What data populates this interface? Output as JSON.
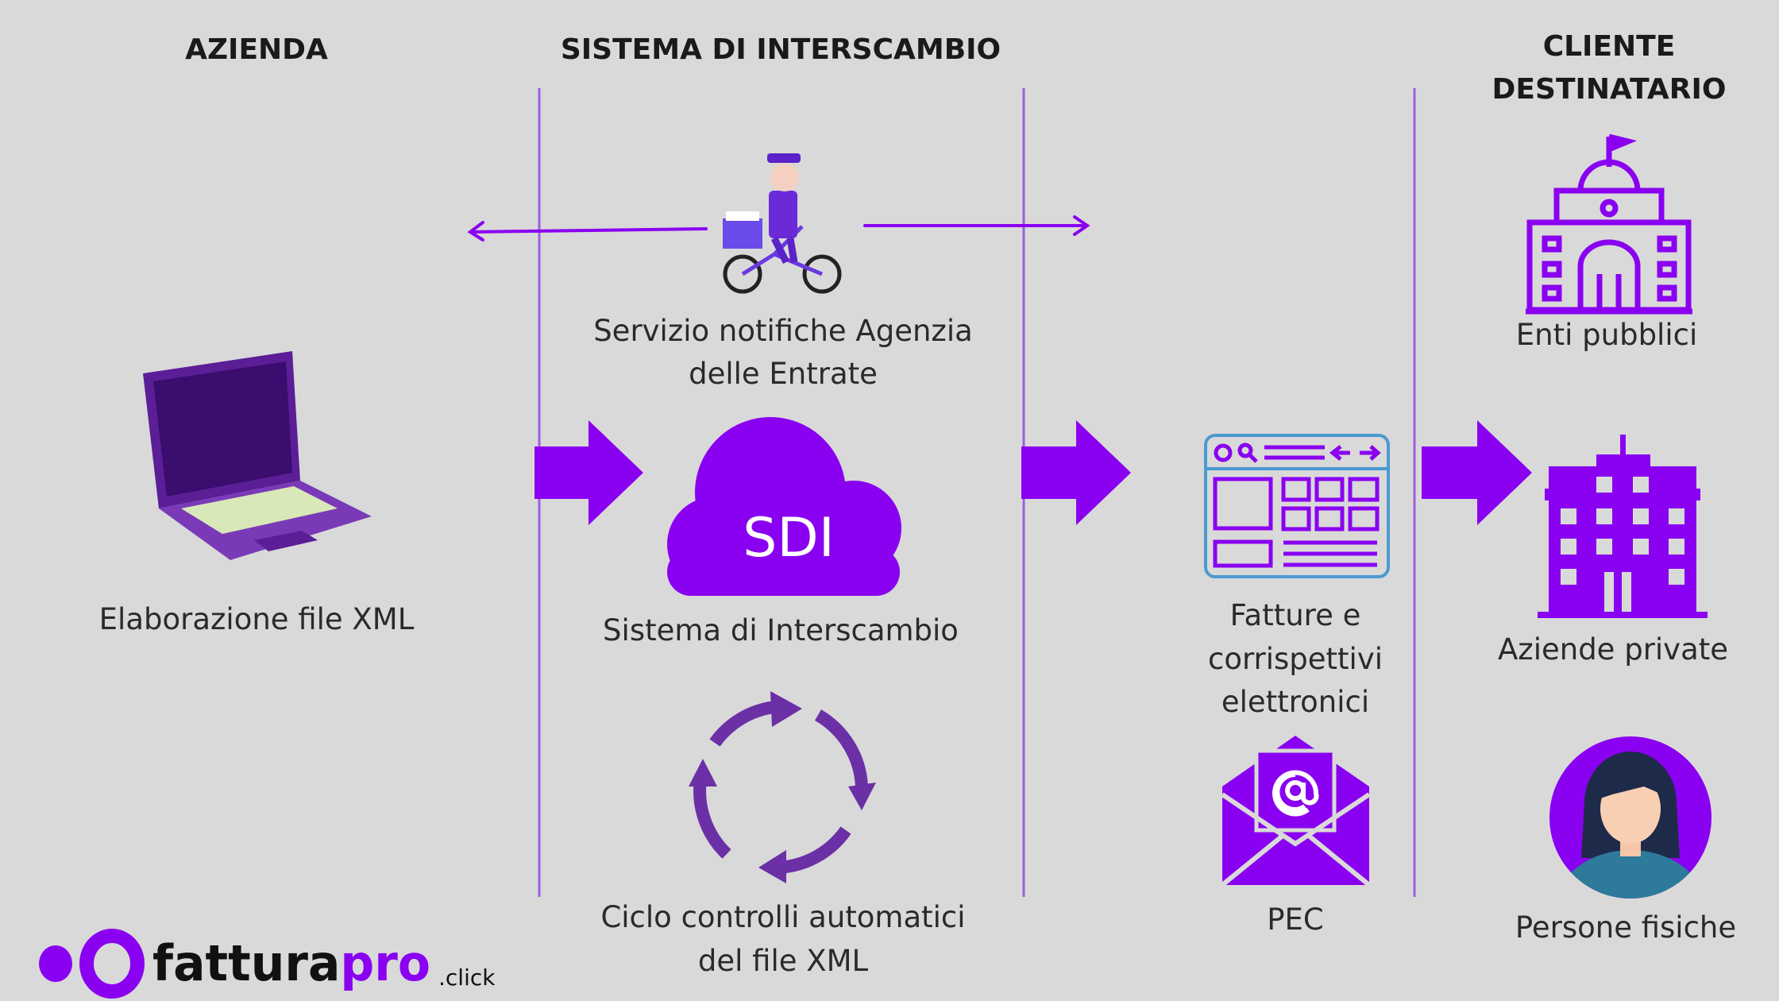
{
  "headers": {
    "azienda": "AZIENDA",
    "sdi": "SISTEMA DI INTERSCAMBIO",
    "cliente_line1": "CLIENTE",
    "cliente_line2": "DESTINATARIO"
  },
  "labels": {
    "notifiche_line1": "Servizio notifiche Agenzia",
    "notifiche_line2": "delle Entrate",
    "elaborazione": "Elaborazione file XML",
    "sdi_cloud": "SDI",
    "sistema": "Sistema di Interscambio",
    "ciclo_line1": "Ciclo controlli automatici",
    "ciclo_line2": "del file XML",
    "fatture_line1": "Fatture e",
    "fatture_line2": "corrispettivi",
    "fatture_line3": "elettronici",
    "pec": "PEC",
    "enti": "Enti pubblici",
    "aziende": "Aziende private",
    "persone": "Persone fisiche"
  },
  "logo": {
    "part1": "fattura",
    "part2": "pro",
    "suffix": ".click"
  },
  "colors": {
    "accent": "#8a00f0",
    "line": "#9b5fe0",
    "background": "#d9d9d9",
    "browser_frame": "#4a9ad0"
  }
}
